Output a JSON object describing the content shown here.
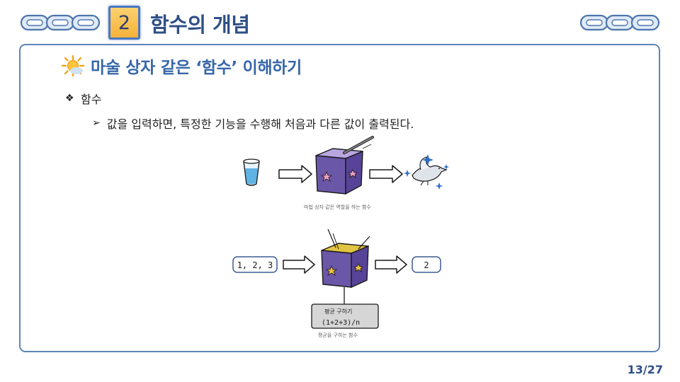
{
  "header": {
    "section_number": "2",
    "title": "함수의 개념"
  },
  "heading": {
    "text": "마술 상자 같은 ‘함수’ 이해하기"
  },
  "bullets": {
    "level1": "함수",
    "level2": "값을 입력하면, 특정한 기능을 수행해 처음과 다른 값이 출력된다."
  },
  "figure1": {
    "caption": "마법 상자 같은 역할을 하는 함수"
  },
  "figure2": {
    "input_label": "1, 2, 3",
    "output_label": "2",
    "function_name": "평균 구하기",
    "function_formula": "(1+2+3)/n",
    "caption": "평균을 구하는 함수"
  },
  "footer": {
    "page": "13/27"
  },
  "colors": {
    "title_blue": "#2f4f86",
    "heading_blue": "#3666a8",
    "frame_border": "#5e84b8",
    "badge_orange": "#f6b13a",
    "box_purple": "#6b57a8"
  }
}
